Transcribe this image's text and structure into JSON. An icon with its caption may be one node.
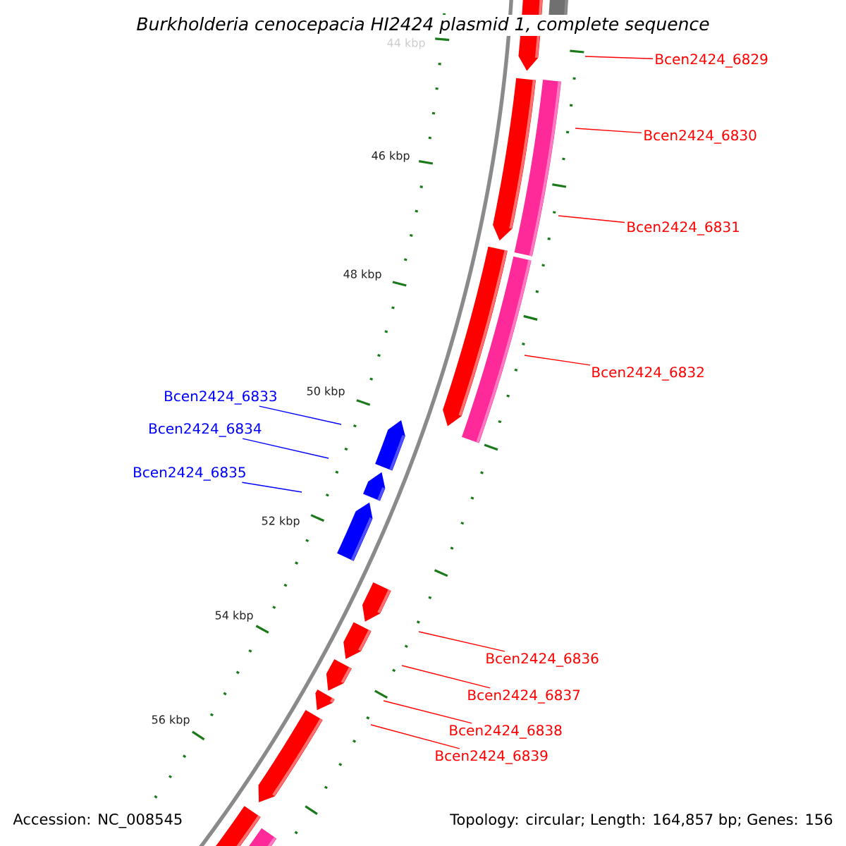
{
  "diagram": {
    "title": "Burkholderia cenocepacia HI2424 plasmid 1, complete sequence",
    "nodes": [
      {
        "text": [
          "Bcen2424_6829"
        ]
      },
      {
        "text": [
          "Bcen2424_6830"
        ]
      },
      {
        "text": [
          "Bcen2424_6831"
        ]
      },
      {
        "text": [
          "Bcen2424_6832"
        ]
      },
      {
        "text": [
          "Bcen2424_6833"
        ]
      },
      {
        "text": [
          "Bcen2424_6834"
        ]
      },
      {
        "text": [
          "Bcen2424_6835"
        ]
      },
      {
        "text": [
          "Bcen2424_6836"
        ]
      },
      {
        "text": [
          "Bcen2424_6837"
        ]
      },
      {
        "text": [
          "Bcen2424_6838"
        ]
      },
      {
        "text": [
          "Bcen2424_6839"
        ]
      }
    ],
    "edges": [
      {
        "from": 0,
        "to": null,
        "arrow": "none"
      },
      {
        "from": 1,
        "to": null,
        "arrow": "none"
      },
      {
        "from": 2,
        "to": null,
        "arrow": "none"
      },
      {
        "from": 3,
        "to": null,
        "arrow": "none"
      },
      {
        "from": 4,
        "to": null,
        "arrow": "none",
        "color": "#0000ff"
      },
      {
        "from": 5,
        "to": null,
        "arrow": "none",
        "color": "#0000ff"
      },
      {
        "from": 6,
        "to": null,
        "arrow": "none",
        "color": "#0000ff"
      },
      {
        "from": 7,
        "to": null,
        "arrow": "none"
      },
      {
        "from": 8,
        "to": null,
        "arrow": "none"
      },
      {
        "from": 9,
        "to": null,
        "arrow": "none"
      },
      {
        "from": 10,
        "to": null,
        "arrow": "none"
      }
    ],
    "labels": [
      "44 kbp",
      "46 kbp",
      "48 kbp",
      "50 kbp",
      "52 kbp",
      "54 kbp",
      "56 kbp",
      "Accession: NC_008545",
      "Topology: circular; Length: 164,857 bp; Genes: 156"
    ]
  }
}
